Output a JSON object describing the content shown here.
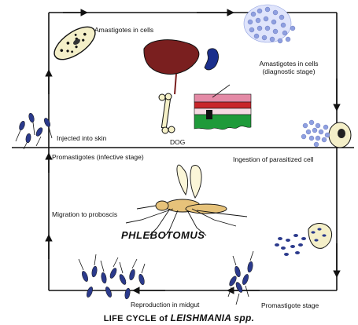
{
  "labels": {
    "amastigotes_in_cells": "Amastigotes in cells",
    "amastigotes_diagnostic_1": "Amastigotes in cells",
    "amastigotes_diagnostic_2": "(diagnostic stage)",
    "injected_into_skin": "Injected into skin",
    "dog": "DOG",
    "promastigotes_infective": "Promastigotes (infective stage)",
    "ingestion": "Ingestion of parasitized cell",
    "migration": "Migration to proboscis",
    "phlebotomus": "PHLEBOTOMUS",
    "reproduction": "Reproduction in midgut",
    "promastigote_stage": "Promastigote stage"
  },
  "title": {
    "prefix": "LIFE CYCLE of",
    "species": "LEISHMANIA spp."
  },
  "colors": {
    "line": "#111111",
    "liver": "#7a1f1f",
    "kidney": "#1b2f8c",
    "parasite_blue": "#8fa0e0",
    "promastigote": "#2b3a8c",
    "skin_red": "#c8252a",
    "skin_green": "#1f9a3a",
    "skin_pink": "#e48aa6"
  },
  "icons": [
    "arrow-right-icon",
    "arrow-down-icon",
    "arrow-left-icon",
    "arrow-up-icon"
  ]
}
